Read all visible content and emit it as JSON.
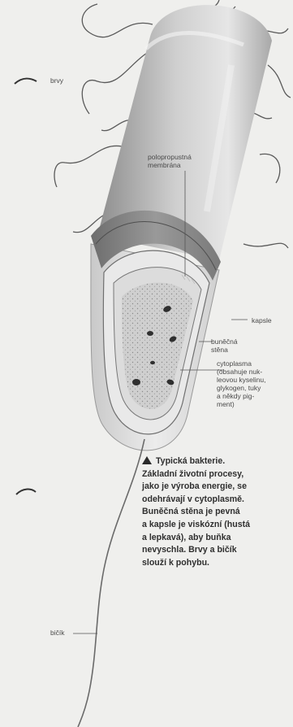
{
  "labels": {
    "brvy": "brvy",
    "membrane": "polopropustná\nmembrána",
    "kapsle": "kapsle",
    "wall": "buněčná\nstěna",
    "cyto": "cytoplasma\n(obsahuje nuk-\nleovou kyselinu,\nglykogen, tuky\na někdy pig-\nment)",
    "bicik": "bičík"
  },
  "caption": {
    "lead": "Typická bakterie.",
    "body": "Základní životní procesy,\njako je výroba energie, se\nodehrávají v cytoplasmě.\nBuněčná stěna je pevná\na kapsle je viskózní (hustá\na lepkavá), aby buňka\nnevyschla. Brvy a bičík\n slouží k pohybu."
  }
}
